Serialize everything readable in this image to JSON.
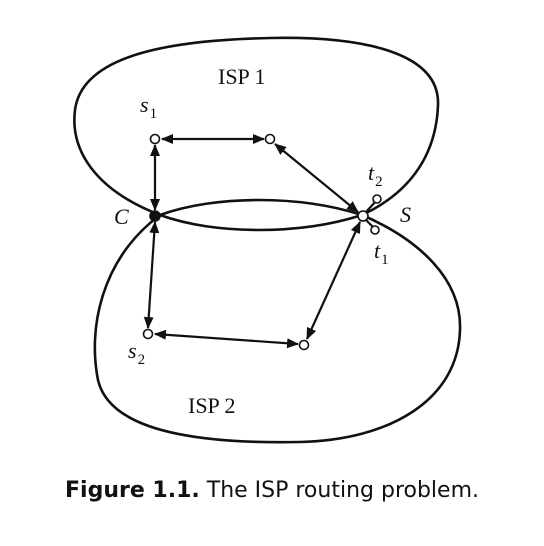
{
  "diagram": {
    "regions": [
      {
        "id": "isp1",
        "label": "ISP 1"
      },
      {
        "id": "isp2",
        "label": "ISP 2"
      }
    ],
    "nodes": [
      {
        "id": "s1",
        "label": "s",
        "sub": "1"
      },
      {
        "id": "s2",
        "label": "s",
        "sub": "2"
      },
      {
        "id": "t1",
        "label": "t",
        "sub": "1"
      },
      {
        "id": "t2",
        "label": "t",
        "sub": "2"
      },
      {
        "id": "C",
        "label": "C"
      },
      {
        "id": "S",
        "label": "S"
      }
    ],
    "edges": [
      {
        "from": "s1",
        "to": "a1",
        "arrows": "both"
      },
      {
        "from": "a1",
        "to": "S",
        "arrows": "both"
      },
      {
        "from": "s1",
        "to": "C",
        "arrows": "both"
      },
      {
        "from": "C",
        "to": "s2",
        "arrows": "both"
      },
      {
        "from": "s2",
        "to": "b1",
        "arrows": "both"
      },
      {
        "from": "b1",
        "to": "S",
        "arrows": "both"
      }
    ]
  },
  "caption": {
    "figure_number": "Figure 1.1.",
    "text": "The ISP routing problem."
  }
}
